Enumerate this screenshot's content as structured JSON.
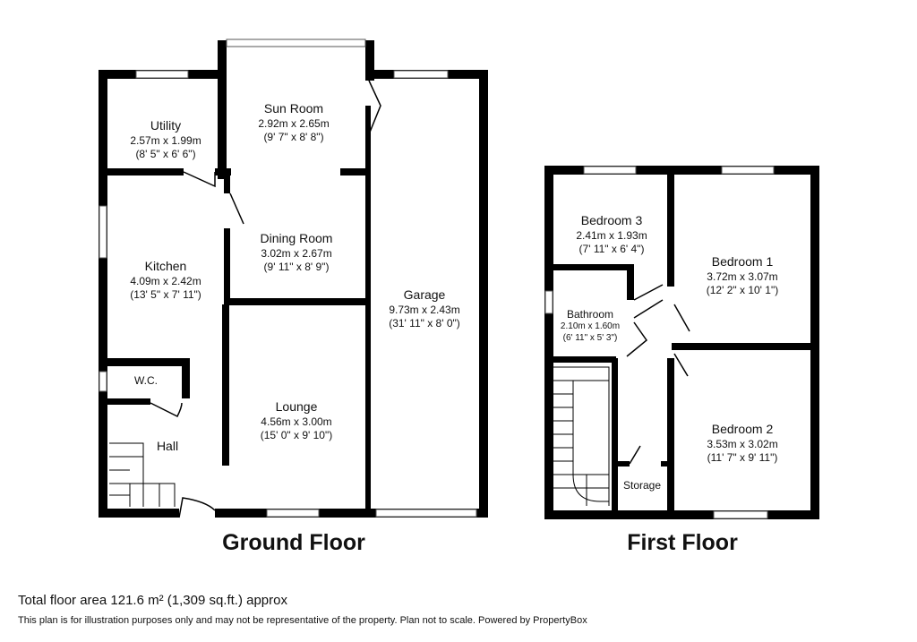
{
  "ground_floor": {
    "title": "Ground Floor",
    "rooms": [
      {
        "name": "Utility",
        "metric": "2.57m x 1.99m",
        "imperial": "(8' 5\" x 6' 6\")"
      },
      {
        "name": "Sun Room",
        "metric": "2.92m x 2.65m",
        "imperial": "(9' 7\" x 8' 8\")"
      },
      {
        "name": "Dining Room",
        "metric": "3.02m x 2.67m",
        "imperial": "(9' 11\" x 8' 9\")"
      },
      {
        "name": "Kitchen",
        "metric": "4.09m x 2.42m",
        "imperial": "(13' 5\" x 7' 11\")"
      },
      {
        "name": "Garage",
        "metric": "9.73m x 2.43m",
        "imperial": "(31' 11\" x 8' 0\")"
      },
      {
        "name": "Lounge",
        "metric": "4.56m x 3.00m",
        "imperial": "(15' 0\" x 9' 10\")"
      },
      {
        "name": "W.C."
      },
      {
        "name": "Hall"
      }
    ]
  },
  "first_floor": {
    "title": "First Floor",
    "rooms": [
      {
        "name": "Bedroom 3",
        "metric": "2.41m x 1.93m",
        "imperial": "(7' 11\" x 6' 4\")"
      },
      {
        "name": "Bedroom 1",
        "metric": "3.72m x 3.07m",
        "imperial": "(12' 2\" x 10' 1\")"
      },
      {
        "name": "Bathroom",
        "metric": "2.10m x 1.60m",
        "imperial": "(6' 11\" x 5' 3\")"
      },
      {
        "name": "Bedroom 2",
        "metric": "3.53m x 3.02m",
        "imperial": "(11' 7\" x 9' 11\")"
      },
      {
        "name": "Storage"
      }
    ]
  },
  "footer": {
    "total": "Total floor area 121.6 m² (1,309 sq.ft.) approx",
    "disclaimer": "This plan is for illustration purposes only and may not be representative of the property. Plan not to scale. Powered by PropertyBox"
  }
}
